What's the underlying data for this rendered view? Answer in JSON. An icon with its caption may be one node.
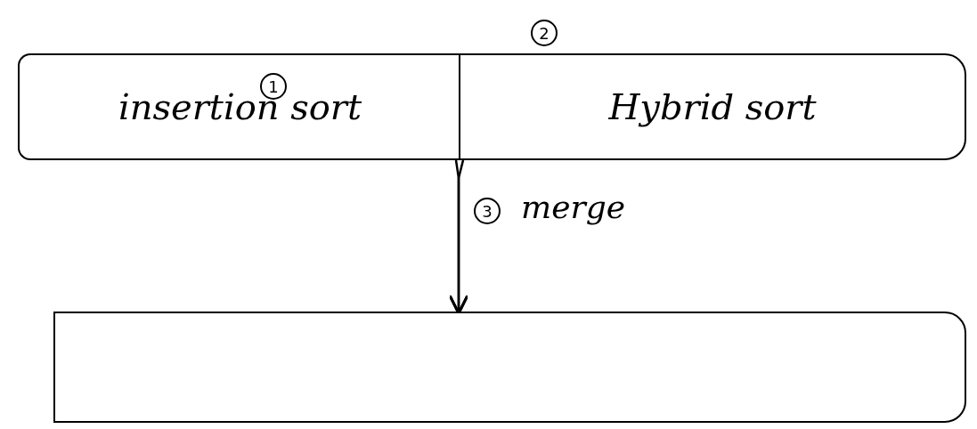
{
  "diagram": {
    "nodes": [
      {
        "text": [
          "insertion sort"
        ]
      },
      {
        "text": [
          "Hybrid sort"
        ]
      },
      {
        "text": [],
        "shape": "box"
      }
    ],
    "edges": [
      {
        "from": 0,
        "to": 2,
        "arrow": "to",
        "label": "merge"
      },
      {
        "from": 1,
        "to": 2,
        "arrow": "to"
      }
    ],
    "labels": [
      "1",
      "2",
      "3"
    ]
  }
}
